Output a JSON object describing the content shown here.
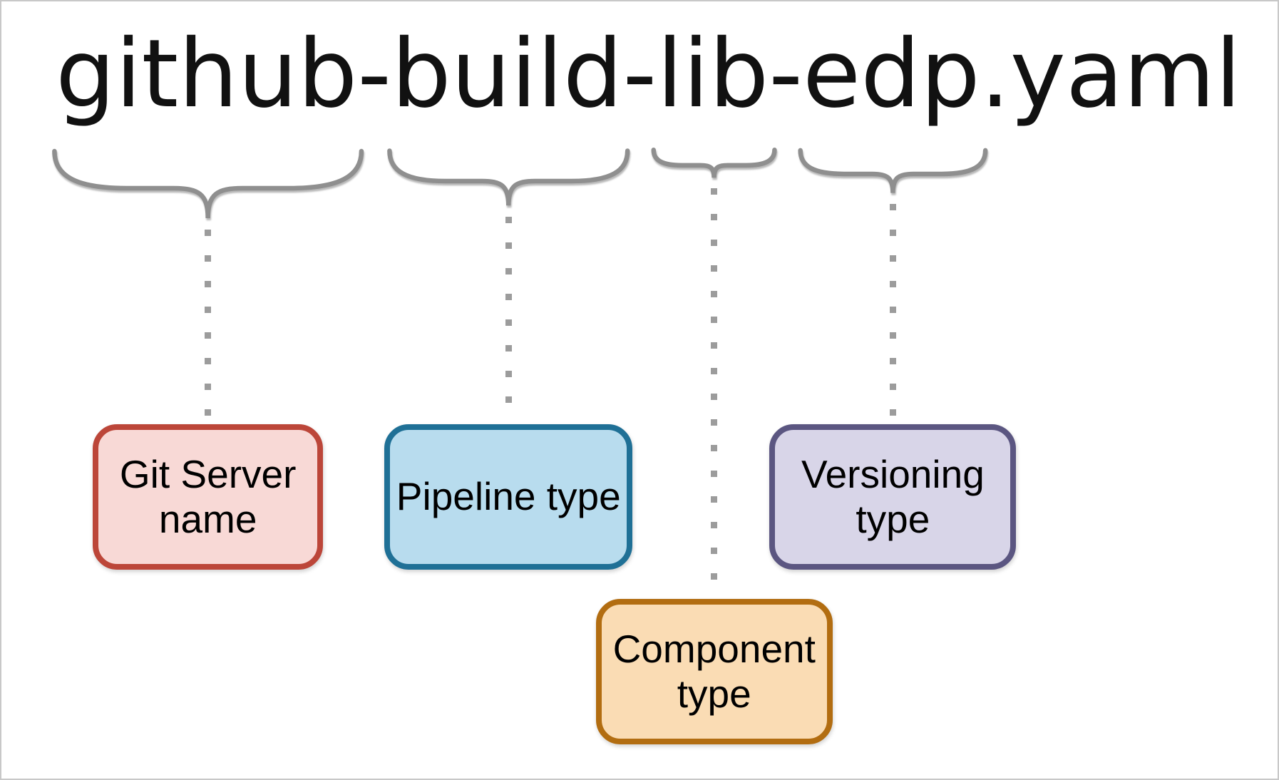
{
  "diagram": {
    "filename": "github-build-lib-edp.yaml",
    "filename_parts": [
      {
        "text": "github",
        "segment": true
      },
      {
        "text": "-",
        "segment": false
      },
      {
        "text": "build",
        "segment": true
      },
      {
        "text": "-",
        "segment": false
      },
      {
        "text": "lib",
        "segment": true
      },
      {
        "text": "-",
        "segment": false
      },
      {
        "text": "edp",
        "segment": true
      },
      {
        "text": ".yaml",
        "segment": false
      }
    ],
    "callouts": [
      {
        "id": "git-server-name",
        "segment": "github",
        "label": "Git Server name",
        "fill": "#f8d9d6",
        "border": "#bc4639",
        "row": 1
      },
      {
        "id": "pipeline-type",
        "segment": "build",
        "label": "Pipeline type",
        "fill": "#b8dcee",
        "border": "#1f7096",
        "row": 1
      },
      {
        "id": "component-type",
        "segment": "lib",
        "label": "Component type",
        "fill": "#fadcb4",
        "border": "#b26d11",
        "row": 2
      },
      {
        "id": "versioning-type",
        "segment": "edp",
        "label": "Versioning type",
        "fill": "#d8d5e8",
        "border": "#5b5681",
        "row": 1
      }
    ],
    "colors": {
      "brace": "#8f8f8f",
      "dotted_line": "#9c9c9c",
      "title_text": "#111111",
      "label_text": "#000000",
      "background": "#ffffff",
      "frame_border": "#c8c8c8"
    }
  }
}
